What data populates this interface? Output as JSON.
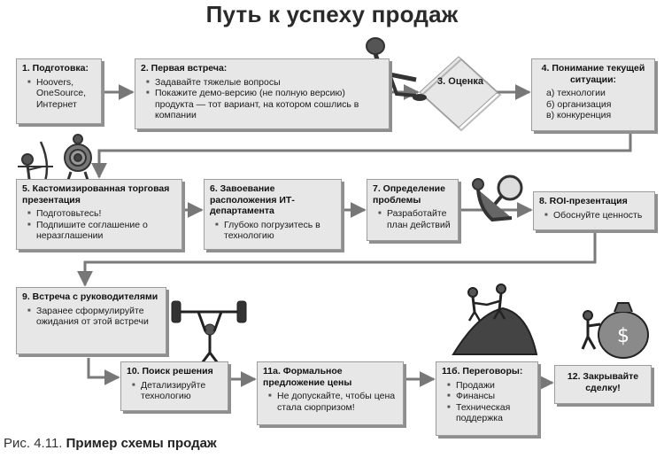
{
  "title": "Путь к успеху продаж",
  "steps": {
    "s1": {
      "title": "1. Подготовка:",
      "items": [
        "Hoovers, OneSource, Интернет"
      ]
    },
    "s2": {
      "title": "2. Первая встреча:",
      "items": [
        "Задавайте тяжелые вопросы",
        "Покажите демо-версию (не полную версию) продукта — тот вариант, на котором сошлись в компании"
      ]
    },
    "s3": {
      "title": "3. Оценка"
    },
    "s4": {
      "title": "4. Понимание текущей ситуации:",
      "lines": [
        "а) технологии",
        "б) организация",
        "в) конкуренция"
      ]
    },
    "s5": {
      "title": "5. Кастомизированная торговая презентация",
      "items": [
        "Подготовьтесь!",
        "Подпишите соглашение о неразглашении"
      ]
    },
    "s6": {
      "title": "6. Завоевание расположения ИТ-департамента",
      "items": [
        "Глубоко погрузитесь в технологию"
      ]
    },
    "s7": {
      "title": "7. Определение проблемы",
      "items": [
        "Разработайте план действий"
      ]
    },
    "s8": {
      "title": "8. ROI-презентация",
      "items": [
        "Обоснуйте ценность"
      ]
    },
    "s9": {
      "title": "9. Встреча с руководителями",
      "items": [
        "Заранее сформулируйте ожидания от этой встречи"
      ]
    },
    "s10": {
      "title": "10. Поиск решения",
      "items": [
        "Детализируйте технологию"
      ]
    },
    "s11a": {
      "title": "11а. Формальное предложение цены",
      "items": [
        "Не допускайте, чтобы цена стала сюрпризом!"
      ]
    },
    "s11b": {
      "title": "11б. Переговоры:",
      "items": [
        "Продажи",
        "Финансы",
        "Техническая поддержка"
      ]
    },
    "s12": {
      "title": "12. Закрывайте сделку!"
    }
  },
  "illustrations": [
    "thinker-figure-icon",
    "archer-figure-icon",
    "target-figure-icon",
    "magnifier-figure-icon",
    "weightlifter-figure-icon",
    "handshake-figures-icon",
    "money-bag-figure-icon"
  ],
  "caption": {
    "prefix": "Рис. 4.11.",
    "text": "Пример схемы продаж"
  }
}
